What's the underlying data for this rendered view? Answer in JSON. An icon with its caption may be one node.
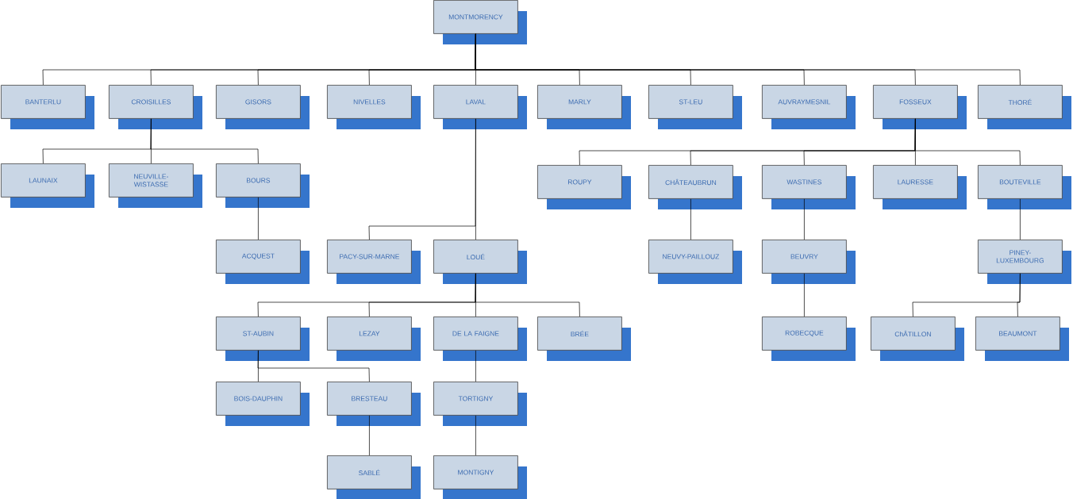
{
  "diagram": {
    "nodes": [
      {
        "text": [
          "MONTMORENCY"
        ]
      },
      {
        "text": [
          "BANTERLU"
        ]
      },
      {
        "text": [
          "CROISILLES"
        ]
      },
      {
        "text": [
          "GISORS"
        ]
      },
      {
        "text": [
          "NIVELLES"
        ]
      },
      {
        "text": [
          "LAVAL"
        ]
      },
      {
        "text": [
          "MARLY"
        ]
      },
      {
        "text": [
          "ST-LEU"
        ]
      },
      {
        "text": [
          "AUVRAYMESNIL"
        ]
      },
      {
        "text": [
          "FOSSEUX"
        ]
      },
      {
        "text": [
          "THORÉ"
        ]
      },
      {
        "text": [
          "LAUNAIX"
        ]
      },
      {
        "text": [
          "NEUVILLE-WISTASSE"
        ]
      },
      {
        "text": [
          "BOURS"
        ]
      },
      {
        "text": [
          "ROUPY"
        ]
      },
      {
        "text": [
          "CHÂTEAUBRUN"
        ]
      },
      {
        "text": [
          "WASTINES"
        ]
      },
      {
        "text": [
          "LAURESSE"
        ]
      },
      {
        "text": [
          "BOUTEVILLE"
        ]
      },
      {
        "text": [
          "ACQUEST"
        ]
      },
      {
        "text": [
          "PACY-SUR-MARNE"
        ]
      },
      {
        "text": [
          "LOUÉ"
        ]
      },
      {
        "text": [
          "NEUVY-PAILLOUZ"
        ]
      },
      {
        "text": [
          "BEUVRY"
        ]
      },
      {
        "text": [
          "PINEY-LUXEMBOURG"
        ]
      },
      {
        "text": [
          "ST-AUBIN"
        ]
      },
      {
        "text": [
          "LEZAY"
        ]
      },
      {
        "text": [
          "DE LA FAIGNE"
        ]
      },
      {
        "text": [
          "BRÉE"
        ]
      },
      {
        "text": [
          "ROBECQUE"
        ]
      },
      {
        "text": [
          "ChÂTILLON"
        ]
      },
      {
        "text": [
          "BEAUMONT"
        ]
      },
      {
        "text": [
          "BOIS-DAUPHIN"
        ]
      },
      {
        "text": [
          "BRESTEAU"
        ]
      },
      {
        "text": [
          "TORTIGNY"
        ]
      },
      {
        "text": [
          "SABLÉ"
        ]
      },
      {
        "text": [
          "MONTIGNY"
        ]
      }
    ],
    "edges": [
      {
        "from": 0,
        "to": 1,
        "arrow": "none"
      },
      {
        "from": 0,
        "to": 2,
        "arrow": "none"
      },
      {
        "from": 0,
        "to": 3,
        "arrow": "none"
      },
      {
        "from": 0,
        "to": 4,
        "arrow": "none"
      },
      {
        "from": 0,
        "to": 5,
        "arrow": "none"
      },
      {
        "from": 0,
        "to": 6,
        "arrow": "none"
      },
      {
        "from": 0,
        "to": 7,
        "arrow": "none"
      },
      {
        "from": 0,
        "to": 8,
        "arrow": "none"
      },
      {
        "from": 0,
        "to": 9,
        "arrow": "none"
      },
      {
        "from": 0,
        "to": 10,
        "arrow": "none"
      },
      {
        "from": 2,
        "to": 11,
        "arrow": "none"
      },
      {
        "from": 2,
        "to": 12,
        "arrow": "none"
      },
      {
        "from": 2,
        "to": 13,
        "arrow": "none"
      },
      {
        "from": 13,
        "to": 19,
        "arrow": "none"
      },
      {
        "from": 5,
        "to": 20,
        "arrow": "none"
      },
      {
        "from": 5,
        "to": 21,
        "arrow": "none"
      },
      {
        "from": 9,
        "to": 14,
        "arrow": "none"
      },
      {
        "from": 9,
        "to": 15,
        "arrow": "none"
      },
      {
        "from": 9,
        "to": 16,
        "arrow": "none"
      },
      {
        "from": 9,
        "to": 17,
        "arrow": "none"
      },
      {
        "from": 9,
        "to": 18,
        "arrow": "none"
      },
      {
        "from": 15,
        "to": 22,
        "arrow": "none"
      },
      {
        "from": 16,
        "to": 23,
        "arrow": "none"
      },
      {
        "from": 23,
        "to": 29,
        "arrow": "none"
      },
      {
        "from": 18,
        "to": 24,
        "arrow": "none"
      },
      {
        "from": 24,
        "to": 30,
        "arrow": "none"
      },
      {
        "from": 24,
        "to": 31,
        "arrow": "none"
      },
      {
        "from": 21,
        "to": 25,
        "arrow": "none"
      },
      {
        "from": 21,
        "to": 26,
        "arrow": "none"
      },
      {
        "from": 21,
        "to": 27,
        "arrow": "none"
      },
      {
        "from": 21,
        "to": 28,
        "arrow": "none"
      },
      {
        "from": 25,
        "to": 32,
        "arrow": "none"
      },
      {
        "from": 25,
        "to": 33,
        "arrow": "none"
      },
      {
        "from": 33,
        "to": 35,
        "arrow": "none"
      },
      {
        "from": 27,
        "to": 34,
        "arrow": "none"
      },
      {
        "from": 34,
        "to": 36,
        "arrow": "none"
      }
    ]
  }
}
